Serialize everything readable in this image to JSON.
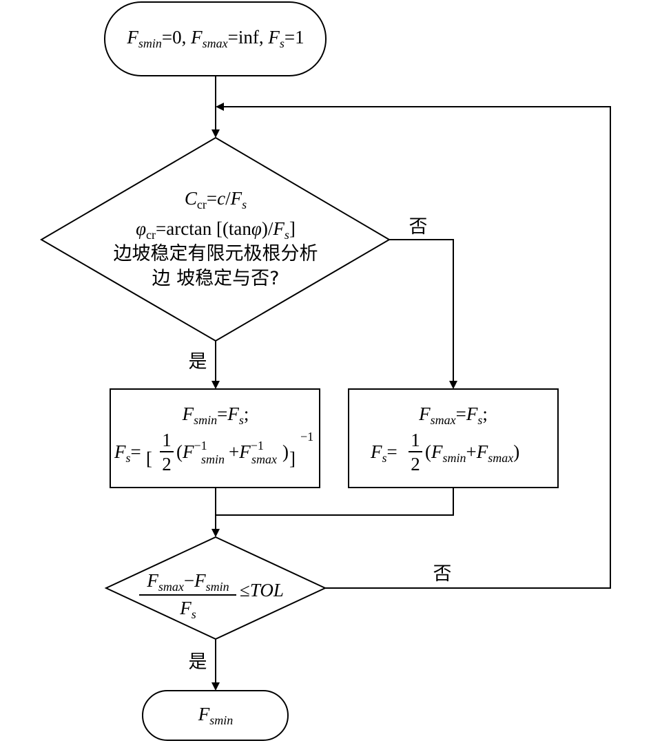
{
  "start": {
    "var1": "F",
    "var1_sub": "smin",
    "val1": "=0, ",
    "var2": "F",
    "var2_sub": "smax",
    "val2": "=inf, ",
    "var3": "F",
    "var3_sub": "s",
    "val3": "=1"
  },
  "decision1": {
    "line1_var": "C",
    "line1_sub": "cr",
    "line1_eq": "=",
    "line1_c": "c",
    "line1_slash": "/",
    "line1_F": "F",
    "line1_Fsub": "s",
    "line2_phi": "φ",
    "line2_sub": "cr",
    "line2_rest": "=arctan [(tan",
    "line2_phi2": "φ",
    "line2_close": ")/",
    "line2_F": "F",
    "line2_Fsub": "s",
    "line2_end": "]",
    "line3": "边坡稳定有限元极根分析",
    "line4": "边 坡稳定与否?"
  },
  "labels": {
    "no_right": "否",
    "yes_down": "是",
    "no_loop": "否",
    "yes_end": "是"
  },
  "box_left": {
    "l1_F": "F",
    "l1_sub": "smin",
    "l1_eq": "=",
    "l1_F2": "F",
    "l1_sub2": "s",
    "l1_end": ";",
    "l2_F": "F",
    "l2_sub": "s",
    "l2_eq": "=",
    "l2_lbr": "[",
    "l2_num": "1",
    "l2_den": "2",
    "l2_open": "(",
    "l2_Fa": "F",
    "l2_supa": "−1",
    "l2_suba": "smin",
    "l2_plus": "+",
    "l2_Fb": "F",
    "l2_supb": "−1",
    "l2_subb": "smax",
    "l2_close": ")",
    "l2_rbr": "]",
    "l2_exp": "−1"
  },
  "box_right": {
    "l1_F": "F",
    "l1_sub": "smax",
    "l1_eq": "=",
    "l1_F2": "F",
    "l1_sub2": "s",
    "l1_end": ";",
    "l2_F": "F",
    "l2_sub": "s",
    "l2_eq": "=",
    "l2_num": "1",
    "l2_den": "2",
    "l2_open": "(",
    "l2_Fa": "F",
    "l2_suba": "smin",
    "l2_plus": "+",
    "l2_Fb": "F",
    "l2_subb": "smax",
    "l2_close": ")"
  },
  "decision2": {
    "num_Fa": "F",
    "num_suba": "smax",
    "num_minus": "−",
    "num_Fb": "F",
    "num_subb": "smin",
    "den_F": "F",
    "den_sub": "s",
    "cmp": "≤",
    "tol": "TOL"
  },
  "end": {
    "F": "F",
    "sub": "smin"
  }
}
